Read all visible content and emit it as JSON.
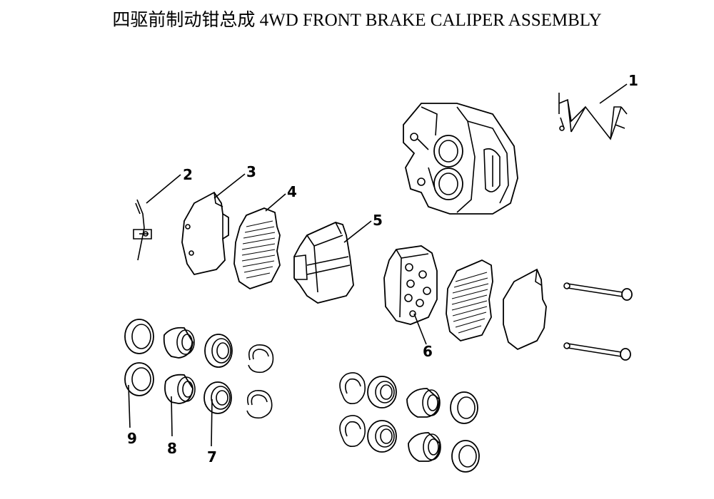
{
  "title": "四驱前制动钳总成 4WD FRONT BRAKE CALIPER ASSEMBLY",
  "callouts": [
    "1",
    "2",
    "3",
    "4",
    "5",
    "6",
    "7",
    "8",
    "9"
  ]
}
